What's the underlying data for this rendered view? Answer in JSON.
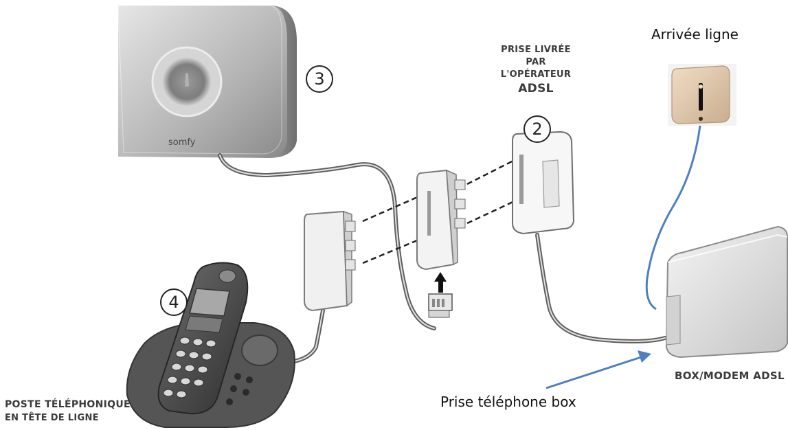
{
  "labels": {
    "arrivee_ligne": "Arrivée ligne",
    "prise_operateur": [
      "PRISE LIVRÉE",
      "PAR",
      "L'OPÉRATEUR",
      "ADSL"
    ],
    "box_modem": "BOX/MODEM ADSL",
    "prise_telephone_box": "Prise téléphone box",
    "poste_telephonique": [
      "POSTE TÉLÉPHONIQUE",
      "EN TÊTE DE LIGNE"
    ]
  },
  "markers": {
    "m2": "2",
    "m3": "3",
    "m4": "4"
  },
  "device": {
    "brand": "somfy"
  },
  "colors": {
    "annotation_blue": "#4f7fbf",
    "device_grey": "#b9b9b9",
    "phone_dark": "#4a4a4a",
    "outlet_beige": "#e2cbb1"
  }
}
